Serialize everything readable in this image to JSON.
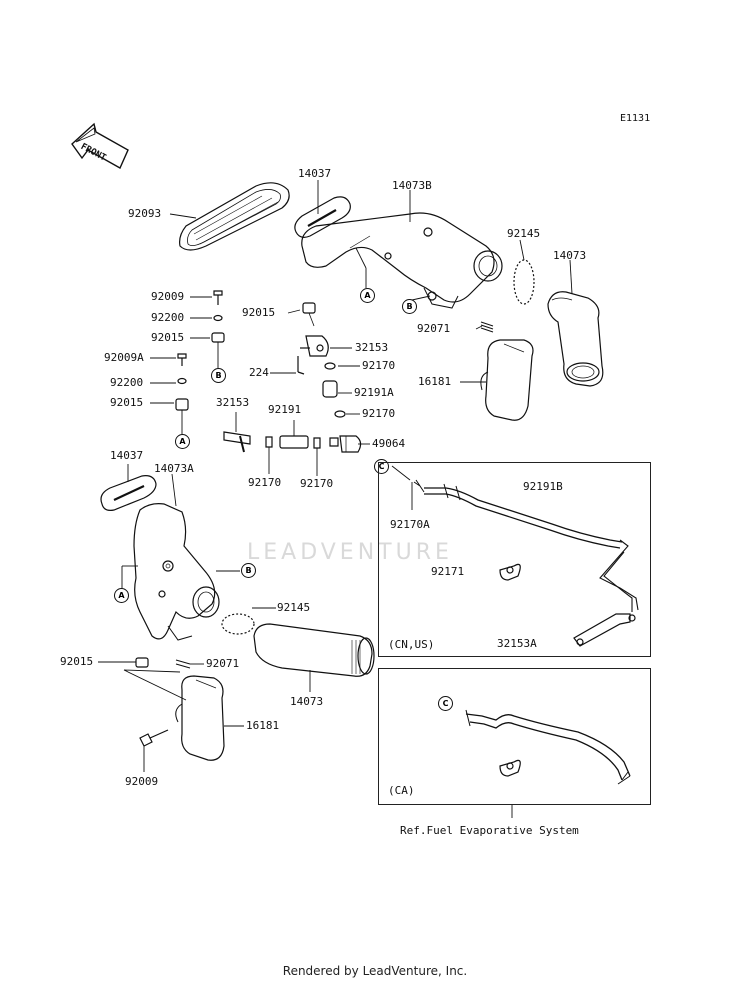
{
  "diagram_code": "E1131",
  "front_label": "FRONT",
  "watermark": "LEADVENTURE",
  "footer": "Rendered by LeadVenture, Inc.",
  "reference": "Ref.Fuel Evaporative System",
  "boxes": {
    "cn_us": "(CN,US)",
    "ca": "(CA)"
  },
  "markers": {
    "a": "A",
    "b": "B",
    "c": "C"
  },
  "part_labels": {
    "p14037_top": "14037",
    "p14073B": "14073B",
    "p92093": "92093",
    "p92145_top": "92145",
    "p14073_top": "14073",
    "p92009_top": "92009",
    "p92200_top": "92200",
    "p92015_top": "92015",
    "p92009A": "92009A",
    "p92200_mid": "92200",
    "p92015_mid": "92015",
    "p92015_center": "92015",
    "p32153_a": "32153",
    "p224": "224",
    "p92170_a": "92170",
    "p92071_top": "92071",
    "p92191A": "92191A",
    "p16181_top": "16181",
    "p32153_b": "32153",
    "p92191": "92191",
    "p92170_b": "92170",
    "p49064": "49064",
    "p92170_c": "92170",
    "p92170_d": "92170",
    "p14037_bottom": "14037",
    "p14073A": "14073A",
    "p92170A": "92170A",
    "p92191B": "92191B",
    "p92171": "92171",
    "p32153A": "32153A",
    "p92145_bottom": "92145",
    "p92015_bottom": "92015",
    "p92071_bottom": "92071",
    "p14073_bottom": "14073",
    "p16181_bottom": "16181",
    "p92009_bottom": "92009"
  }
}
